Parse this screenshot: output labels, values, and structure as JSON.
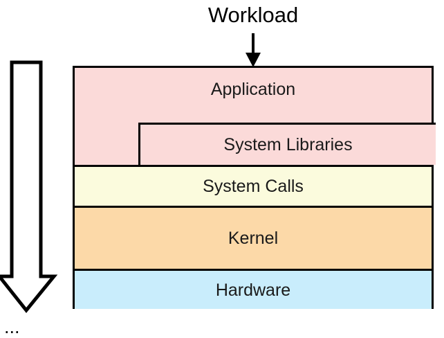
{
  "diagram": {
    "title": "Workload",
    "workload_arrow": "down-arrow-icon",
    "flow_arrow": {
      "icon": "large-hollow-down-arrow-icon",
      "direction": "down"
    },
    "bottom_caption": "...",
    "stack": {
      "layers": [
        {
          "id": "application",
          "label": "Application",
          "color": "#fbdad9"
        },
        {
          "id": "system-libraries",
          "label": "System Libraries",
          "color": "#fbdad9"
        },
        {
          "id": "system-calls",
          "label": "System Calls",
          "color": "#fbfbdd"
        },
        {
          "id": "kernel",
          "label": "Kernel",
          "color": "#fcd9a8"
        },
        {
          "id": "hardware",
          "label": "Hardware",
          "color": "#c9edfc"
        }
      ]
    },
    "colors": {
      "stroke": "#000000",
      "background": "#ffffff",
      "application": "#fbdad9",
      "system_calls": "#fbfbdd",
      "kernel": "#fcd9a8",
      "hardware": "#c9edfc"
    }
  }
}
